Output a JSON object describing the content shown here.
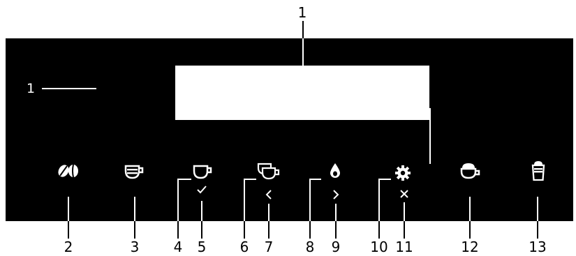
{
  "labels": {
    "display_top": "1",
    "display_left": "1",
    "bottom": [
      "2",
      "3",
      "4",
      "5",
      "6",
      "7",
      "8",
      "9",
      "10",
      "11",
      "12",
      "13"
    ]
  },
  "icons": [
    "coffee-beans-icon",
    "ristretto-cup-icon",
    "espresso-cup-icon",
    "confirm-check-icon",
    "double-cup-icon",
    "chevron-left-icon",
    "water-drop-icon",
    "chevron-right-icon",
    "settings-gear-icon",
    "cancel-x-icon",
    "cappuccino-cup-icon",
    "latte-glass-icon"
  ],
  "colors": {
    "panel": "#000000",
    "display": "#ffffff",
    "icons": "#ffffff",
    "labels": "#000000"
  }
}
